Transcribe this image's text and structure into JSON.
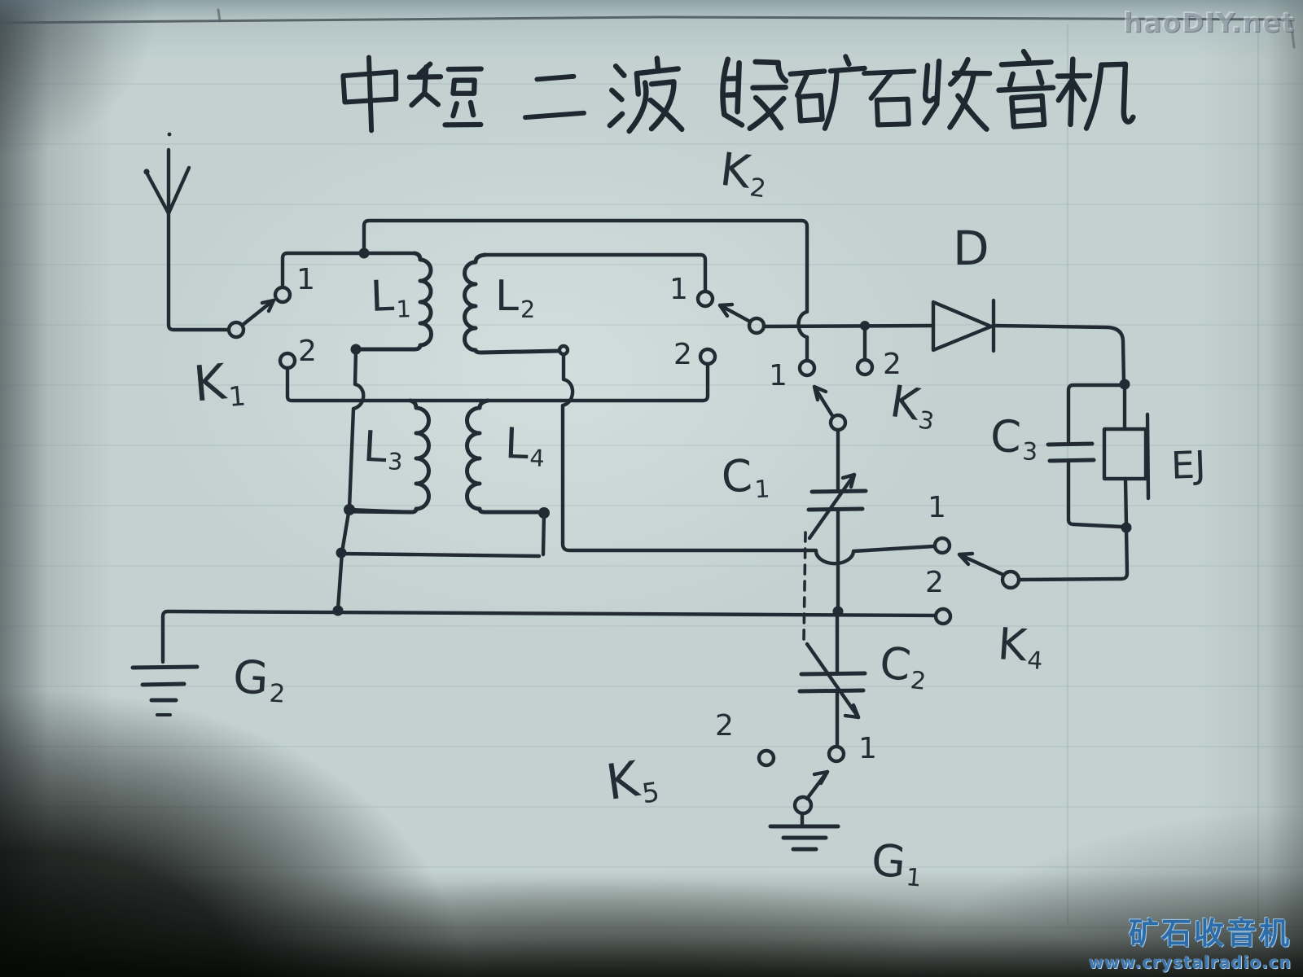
{
  "title": {
    "text": "中短二波段矿石收音机"
  },
  "watermarks": {
    "top_right": "haoDIY.net",
    "bottom_right_line1": "矿石收音机",
    "bottom_right_line2": "www.crystalradio.cn"
  },
  "component_labels": {
    "k1": {
      "base": "K",
      "sub": "1"
    },
    "k2": {
      "base": "K",
      "sub": "2"
    },
    "k3": {
      "base": "K",
      "sub": "3"
    },
    "k4": {
      "base": "K",
      "sub": "4"
    },
    "k5": {
      "base": "K",
      "sub": "5"
    },
    "l1": {
      "base": "L",
      "sub": "1"
    },
    "l2": {
      "base": "L",
      "sub": "2"
    },
    "l3": {
      "base": "L",
      "sub": "3"
    },
    "l4": {
      "base": "L",
      "sub": "4"
    },
    "c1": {
      "base": "C",
      "sub": "1"
    },
    "c2": {
      "base": "C",
      "sub": "2"
    },
    "c3": {
      "base": "C",
      "sub": "3"
    },
    "g1": {
      "base": "G",
      "sub": "1"
    },
    "g2": {
      "base": "G",
      "sub": "2"
    },
    "d": {
      "base": "D",
      "sub": ""
    },
    "ej": {
      "base": "EJ",
      "sub": ""
    }
  },
  "switch_contacts": {
    "k1": {
      "pos1": "1",
      "pos2": "2"
    },
    "k2": {
      "pos1": "1",
      "pos2": "2"
    },
    "k3": {
      "pos1": "1",
      "pos2": "2"
    },
    "k4": {
      "pos1": "1",
      "pos2": "2"
    },
    "k5": {
      "pos1": "1",
      "pos2": "2"
    }
  },
  "colors": {
    "ink": "#222b33",
    "paper": "#c3d2d1",
    "watermark_blue": "#2e6ca8"
  }
}
